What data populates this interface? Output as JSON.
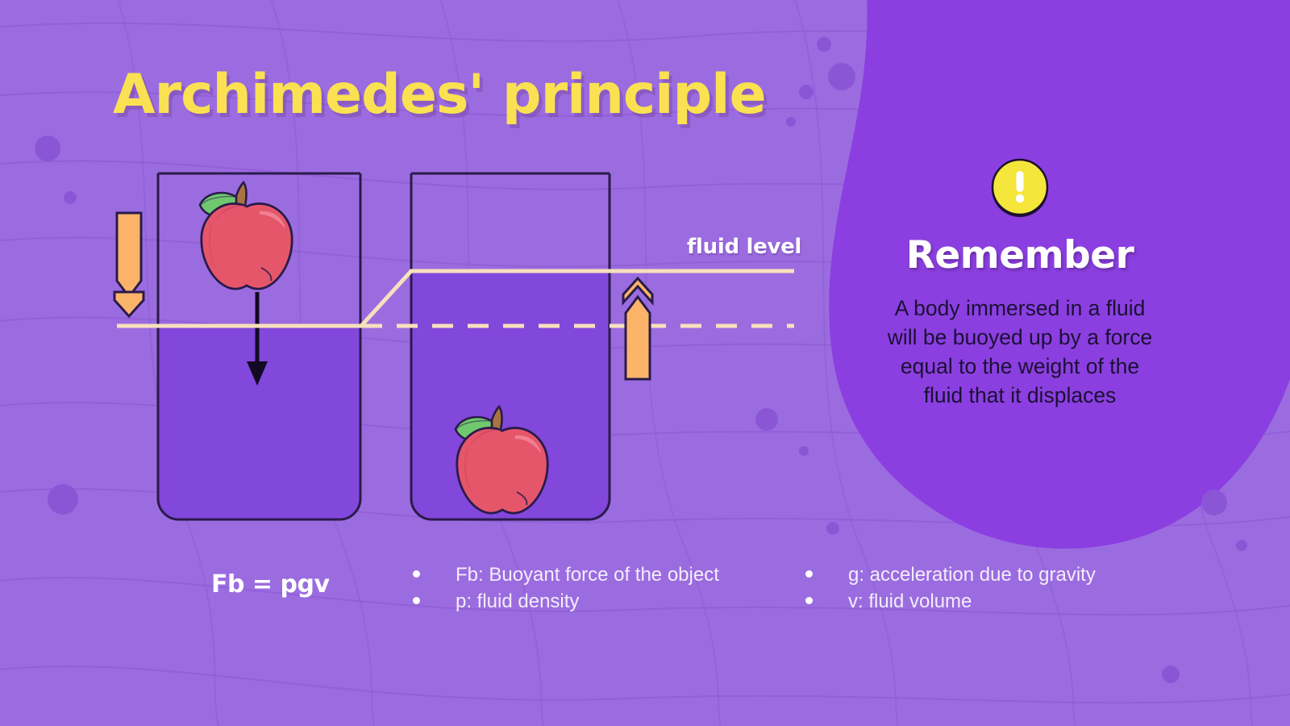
{
  "slide": {
    "title": "Archimedes' principle",
    "background_color": "#9b6ce0",
    "blob_color": "#8b3fe0",
    "accent_yellow": "#fae152",
    "fluid_color": "#8247db",
    "outline_color": "#2a1b4a",
    "arrow_orange": "#fbb36a",
    "fluid_line_color": "#f7e0bd"
  },
  "diagram": {
    "fluid_level_label": "fluid level",
    "left_beaker": {
      "name": "beaker-before",
      "apple_state": "above-fluid",
      "force_arrow": "downward-weight-arrow",
      "side_arrow": "downward-double-chevron"
    },
    "right_beaker": {
      "name": "beaker-after",
      "apple_state": "submerged",
      "original_level_line": "dashed",
      "side_arrow": "upward-double-chevron"
    }
  },
  "formula": {
    "text": "Fb = pgv"
  },
  "legend": {
    "columns": [
      {
        "items": [
          "Fb: Buoyant force of the object",
          "p: fluid density"
        ]
      },
      {
        "items": [
          "g: acceleration due to gravity",
          "v: fluid volume"
        ]
      }
    ]
  },
  "remember": {
    "badge_glyph": "!",
    "heading": "Remember",
    "body": "A body immersed in a fluid will be buoyed up by a force equal to the weight of the fluid that it displaces"
  }
}
